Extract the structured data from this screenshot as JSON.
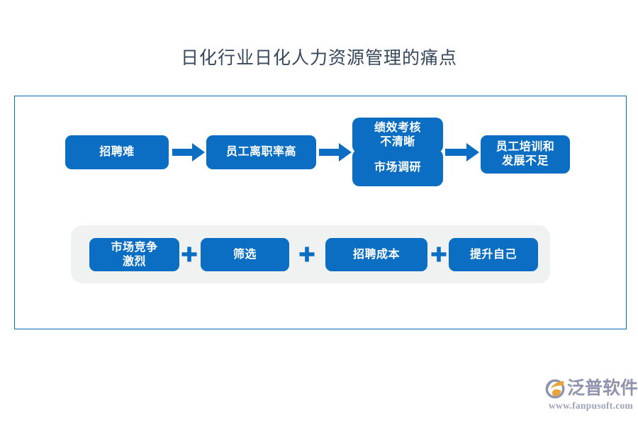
{
  "page": {
    "title": "日化行业日化人力资源管理的痛点",
    "background_color": "#ffffff",
    "frame_border_color": "#0a6cb4",
    "accent_blue": "#0c6ec2",
    "panel_gray": "#f0f1f1",
    "title_color": "#37475c"
  },
  "diagram": {
    "flow_row": {
      "boxes": [
        {
          "id": "box-1",
          "label": "招聘难"
        },
        {
          "id": "box-2",
          "label": "员工离职率高"
        },
        {
          "id": "box-3a",
          "label": "绩效考核\n不清晰"
        },
        {
          "id": "box-3b",
          "label": "市场调研"
        },
        {
          "id": "box-4",
          "label": "员工培训和\n发展不足"
        }
      ],
      "connectors": [
        {
          "id": "arrow-1",
          "icon": "right-arrow-icon"
        },
        {
          "id": "arrow-2",
          "icon": "right-arrow-icon"
        },
        {
          "id": "arrow-3",
          "icon": "right-arrow-icon"
        }
      ]
    },
    "bottom_row": {
      "boxes": [
        {
          "id": "bbox-b1",
          "label": "市场竞争\n激烈"
        },
        {
          "id": "bbox-b2",
          "label": "筛选"
        },
        {
          "id": "bbox-b3",
          "label": "招聘成本"
        },
        {
          "id": "bbox-b4",
          "label": "提升自己"
        }
      ],
      "separators": [
        {
          "id": "plus-1",
          "icon": "plus-icon",
          "symbol": "+"
        },
        {
          "id": "plus-2",
          "icon": "plus-icon",
          "symbol": "+"
        },
        {
          "id": "plus-3",
          "icon": "plus-icon",
          "symbol": "+"
        }
      ]
    }
  },
  "logo": {
    "name": "泛普软件",
    "url": "www.fanpusoft.com",
    "mark_icon": "fanpu-swoosh-icon",
    "text_color": "#8f93ad",
    "accent_color": "#e8a33d"
  }
}
